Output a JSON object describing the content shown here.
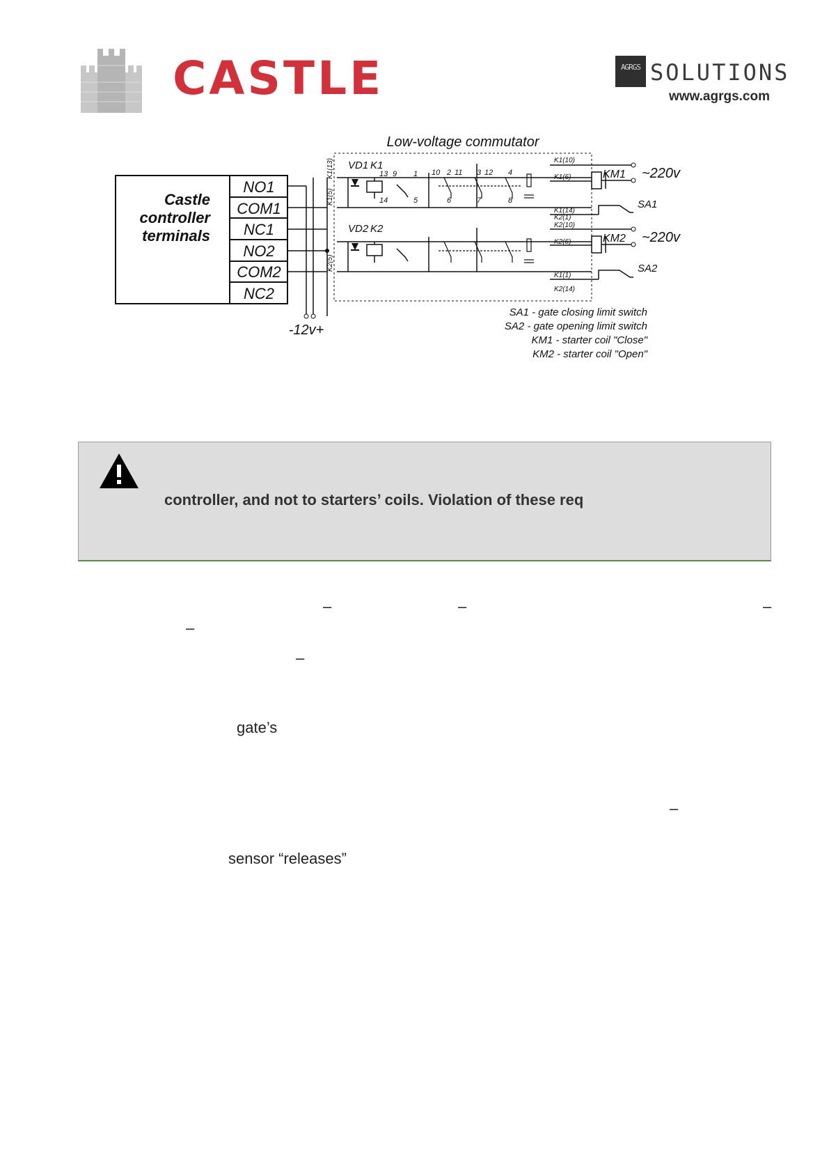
{
  "header": {
    "brand": "CASTLE",
    "partner_badge": "AGRGS",
    "partner_word": "SOLUTIONS",
    "partner_url": "www.agrgs.com"
  },
  "schematic": {
    "title": "Low-voltage commutator",
    "controller_label": [
      "Castle",
      "controller",
      "terminals"
    ],
    "terminals": [
      "NO1",
      "COM1",
      "NC1",
      "NO2",
      "COM2",
      "NC2"
    ],
    "supply": "-12v+",
    "relay1": [
      "VD1",
      "K1"
    ],
    "relay2": [
      "VD2",
      "K2"
    ],
    "contact_numbers": [
      "13",
      "9",
      "1",
      "14",
      "5",
      "10",
      "2",
      "11",
      "3",
      "12",
      "4",
      "6",
      "7",
      "8"
    ],
    "wire_tags_left": [
      "K1(13)",
      "K1(5)",
      "K2(5)"
    ],
    "wire_tags_right": [
      "K1(10)",
      "K1(6)",
      "K1(14)",
      "K2(1)",
      "K2(10)",
      "K2(6)",
      "K1(1)",
      "K2(14)"
    ],
    "coils": [
      "KM1",
      "KM2"
    ],
    "mains": [
      "~220v",
      "~220v"
    ],
    "switches": [
      "SA1",
      "SA2"
    ],
    "legend": [
      "SA1 - gate closing limit switch",
      "SA2 - gate opening limit switch",
      "KM1 - starter coil \"Close\"",
      "KM2 - starter coil \"Open\""
    ]
  },
  "warning": {
    "icon": "warning-triangle-icon",
    "text": "controller, and not to starters’ coils. Violation of these req"
  },
  "body_fragments": {
    "dash": "–",
    "gates": "gate’s",
    "sensor": "sensor “releases”"
  }
}
